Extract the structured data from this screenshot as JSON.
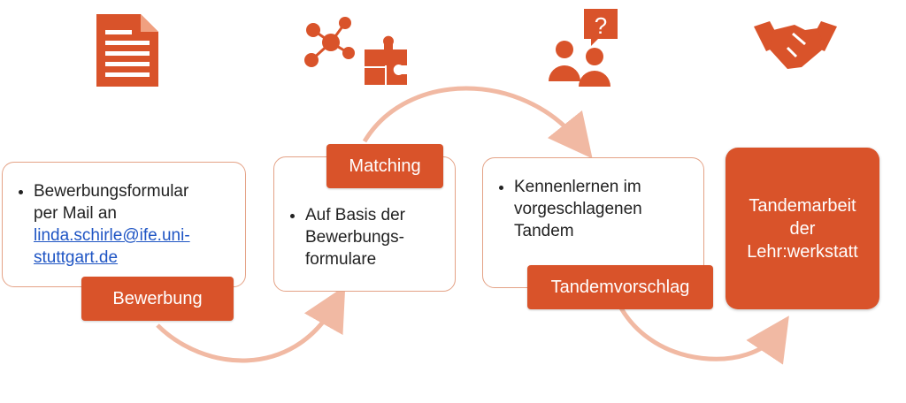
{
  "colors": {
    "accent": "#d9532a",
    "arrow": "#f1b9a3",
    "border": "#e4a286"
  },
  "icons": [
    "document-icon",
    "network-puzzle-icon",
    "question-people-icon",
    "handshake-icon"
  ],
  "steps": [
    {
      "tag": "Bewerbung",
      "bullet_line1": "Bewerbungsformular",
      "bullet_line2": "per Mail an",
      "email": "linda.schirle@ife.uni-stuttgart.de",
      "email_line1": "linda.schirle@ife.uni-",
      "email_line2": "stuttgart.de"
    },
    {
      "tag": "Matching",
      "bullet_line1": "Auf Basis der",
      "bullet_line2": "Bewerbungs-",
      "bullet_line3": "formulare"
    },
    {
      "tag": "Tandemvorschlag",
      "bullet_line1": "Kennenlernen im",
      "bullet_line2": "vorgeschlagenen",
      "bullet_line3": "Tandem"
    },
    {
      "line1": "Tandemarbeit",
      "line2": "der",
      "line3": "Lehr:werkstatt"
    }
  ]
}
